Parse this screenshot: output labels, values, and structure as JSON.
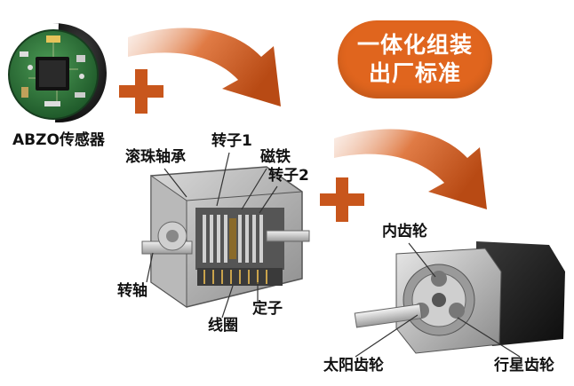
{
  "badge": {
    "line1": "一体化组装",
    "line2": "出厂标准"
  },
  "labels": {
    "sensor": "ABZO传感器",
    "bearing": "滚珠轴承",
    "rotor1": "转子1",
    "magnet": "磁铁",
    "rotor2": "转子2",
    "shaft": "转轴",
    "stator": "定子",
    "coil": "线圈",
    "internal_gear": "内齿轮",
    "sun_gear": "太阳齿轮",
    "planet_gear": "行星齿轮"
  },
  "colors": {
    "accent": "#c8561c",
    "badge": "#e0651e",
    "arrow": "#d9622a"
  }
}
